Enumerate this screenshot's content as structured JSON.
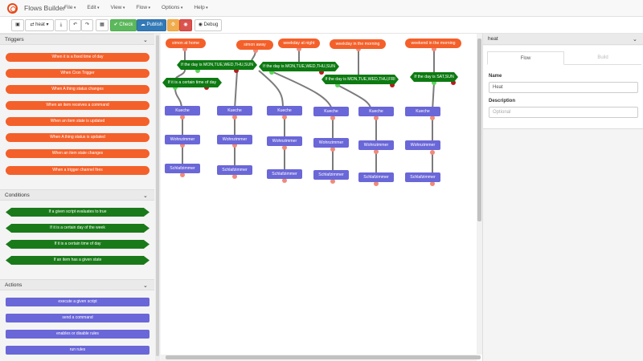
{
  "app": {
    "title": "Flows Builder"
  },
  "menu": [
    "File",
    "Edit",
    "View",
    "Flow",
    "Options",
    "Help"
  ],
  "toolbar": {
    "flow_name": "heat",
    "check_label": "Check",
    "publish_label": "Publish",
    "debug_label": "Debug"
  },
  "sidebar": {
    "triggers": {
      "title": "Triggers",
      "items": [
        "When it is a fixed time of day",
        "When Cron Trigger",
        "When A thing status changes",
        "When an item receives a command",
        "When an item state is updated",
        "When A thing status is updated",
        "When an item state changes",
        "When a trigger channel fires"
      ]
    },
    "conditions": {
      "title": "Conditions",
      "items": [
        "If a given script evaluates to true",
        "If it is a certain day of the week",
        "If it is a certain time of day",
        "If an item has a given state"
      ]
    },
    "actions": {
      "title": "Actions",
      "items": [
        "execute a given script",
        "send a command",
        "enables or disable rules",
        "run rules"
      ]
    }
  },
  "canvas": {
    "triggers": [
      "simon at home",
      "simon away",
      "weekday at night",
      "weekday in the morning",
      "weekend in the morning"
    ],
    "conditions": [
      "If the day is MON,TUE,WED,THU,SUN",
      "If it is a certain time of day",
      "If the day is MON,TUE,WED,THU,SUN",
      "If the day is MON,TUE,WED,THU,FRI",
      "If the day is SAT,SUN"
    ],
    "actions": [
      "Kueche",
      "Kueche",
      "Kueche",
      "Kueche",
      "Kueche",
      "Kueche",
      "Wohnzimmer",
      "Wohnzimmer",
      "Wohnzimmer",
      "Wohnzimmer",
      "Wohnzimmer",
      "Wohnzimmer",
      "Schlafzimmer",
      "Schlafzimmer",
      "Schlafzimmer",
      "Schlafzimmer",
      "Schlafzimmer",
      "Schlafzimmer"
    ]
  },
  "panel": {
    "title": "heat",
    "tab_flow": "Flow",
    "tab_build": "Build",
    "name_label": "Name",
    "name_value": "Heat",
    "description_label": "Description",
    "description_placeholder": "Optional"
  },
  "colors": {
    "trigger": "#f4602a",
    "condition": "#0d7a12",
    "action": "#6a67d8",
    "check": "#5cb85c",
    "publish": "#337ab7"
  }
}
